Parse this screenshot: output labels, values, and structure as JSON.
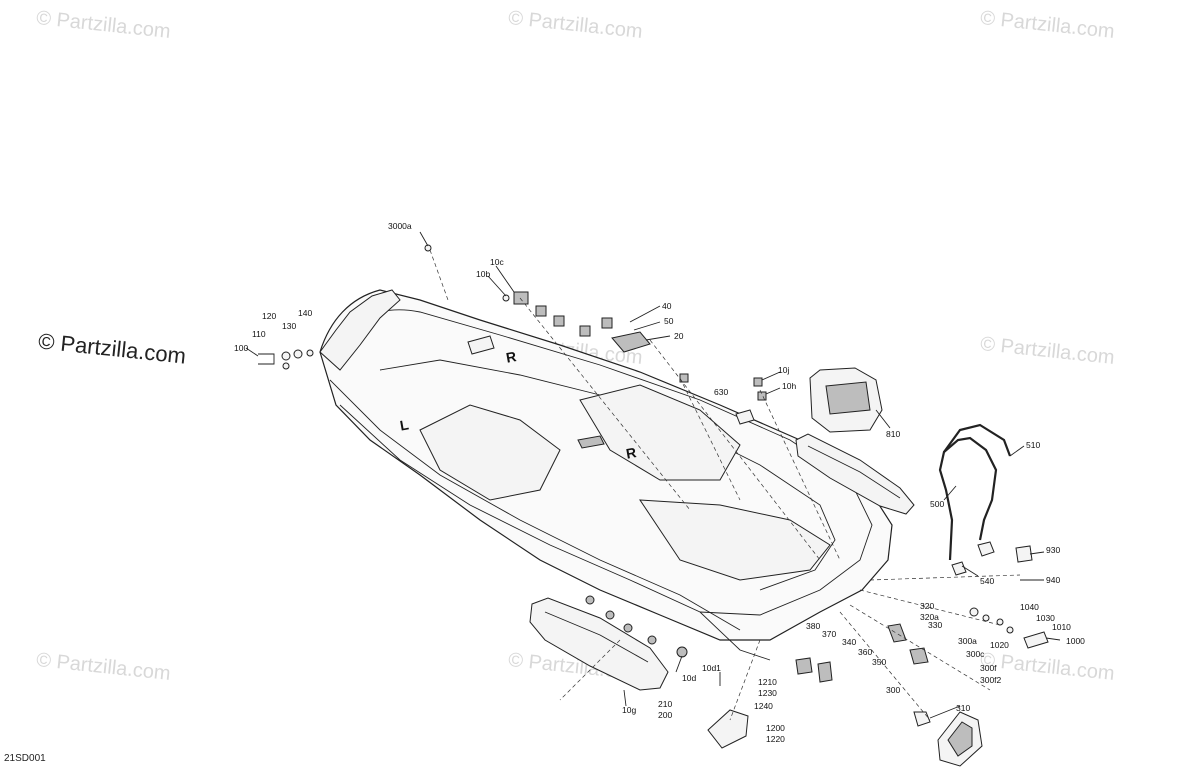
{
  "watermarks": {
    "faint": [
      "© Partzilla.com",
      "© Partzilla.com",
      "© Partzilla.com",
      "© Partzilla.com",
      "© Partzilla.com",
      "© Partzilla.com",
      "© Partzilla.com",
      "© Partzilla.com"
    ],
    "strong": "© Partzilla.com"
  },
  "diagram_code": "21SD001",
  "hull_letters": {
    "left": "L",
    "right_front": "R",
    "right_mid": "R"
  },
  "callouts": [
    "3000a",
    "10c",
    "10b",
    "40",
    "50",
    "20",
    "120",
    "130",
    "140",
    "110",
    "100",
    "10j",
    "10h",
    "630",
    "810",
    "510",
    "500",
    "540",
    "930",
    "940",
    "320",
    "320a",
    "330",
    "1040",
    "1030",
    "1020",
    "1010",
    "1000",
    "300a",
    "300c",
    "300f",
    "300f2",
    "300",
    "310",
    "380",
    "370",
    "340",
    "360",
    "350",
    "10d1",
    "10d",
    "1210",
    "1230",
    "1240",
    "1200",
    "1220",
    "210",
    "200",
    "10g"
  ]
}
